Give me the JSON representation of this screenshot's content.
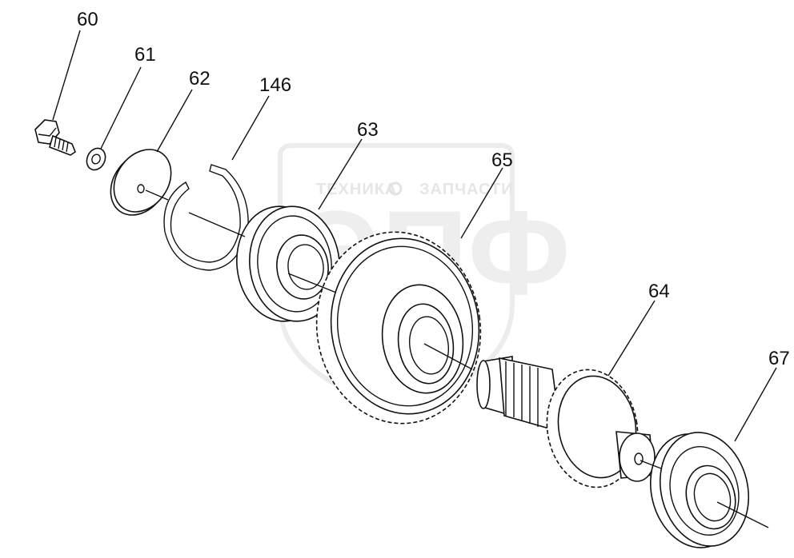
{
  "watermark": {
    "text_top_left": "ТЕХНИКА",
    "text_top_right": "ЗАПЧАСТИ",
    "logo_letters": "ЭПФ",
    "color": "#e6e6e6"
  },
  "callouts": [
    {
      "id": "c60",
      "label": "60"
    },
    {
      "id": "c61",
      "label": "61"
    },
    {
      "id": "c62",
      "label": "62"
    },
    {
      "id": "c146",
      "label": "146"
    },
    {
      "id": "c63",
      "label": "63"
    },
    {
      "id": "c65",
      "label": "65"
    },
    {
      "id": "c64",
      "label": "64"
    },
    {
      "id": "c67",
      "label": "67"
    }
  ]
}
